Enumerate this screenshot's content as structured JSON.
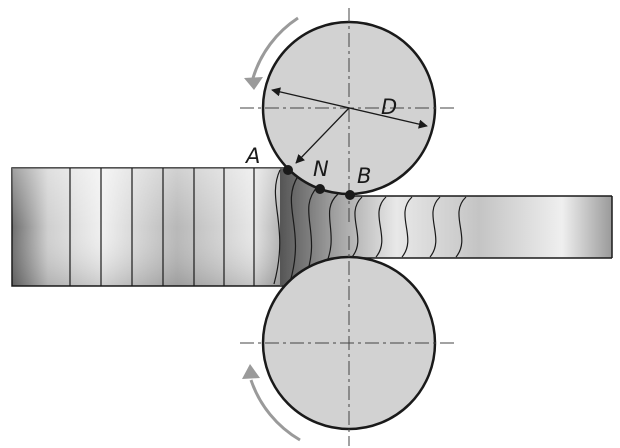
{
  "labels": {
    "diameter": "D",
    "entry_point": "A",
    "neutral_point": "N",
    "exit_point": "B"
  },
  "colors": {
    "roll_fill": "#d2d2d2",
    "outline": "#1a1a1a",
    "arrow": "#9a9a9a",
    "centerline": "#555555"
  },
  "icons": {
    "top_rotation": "counterclockwise-arrow-icon",
    "bottom_rotation": "clockwise-arrow-icon"
  }
}
